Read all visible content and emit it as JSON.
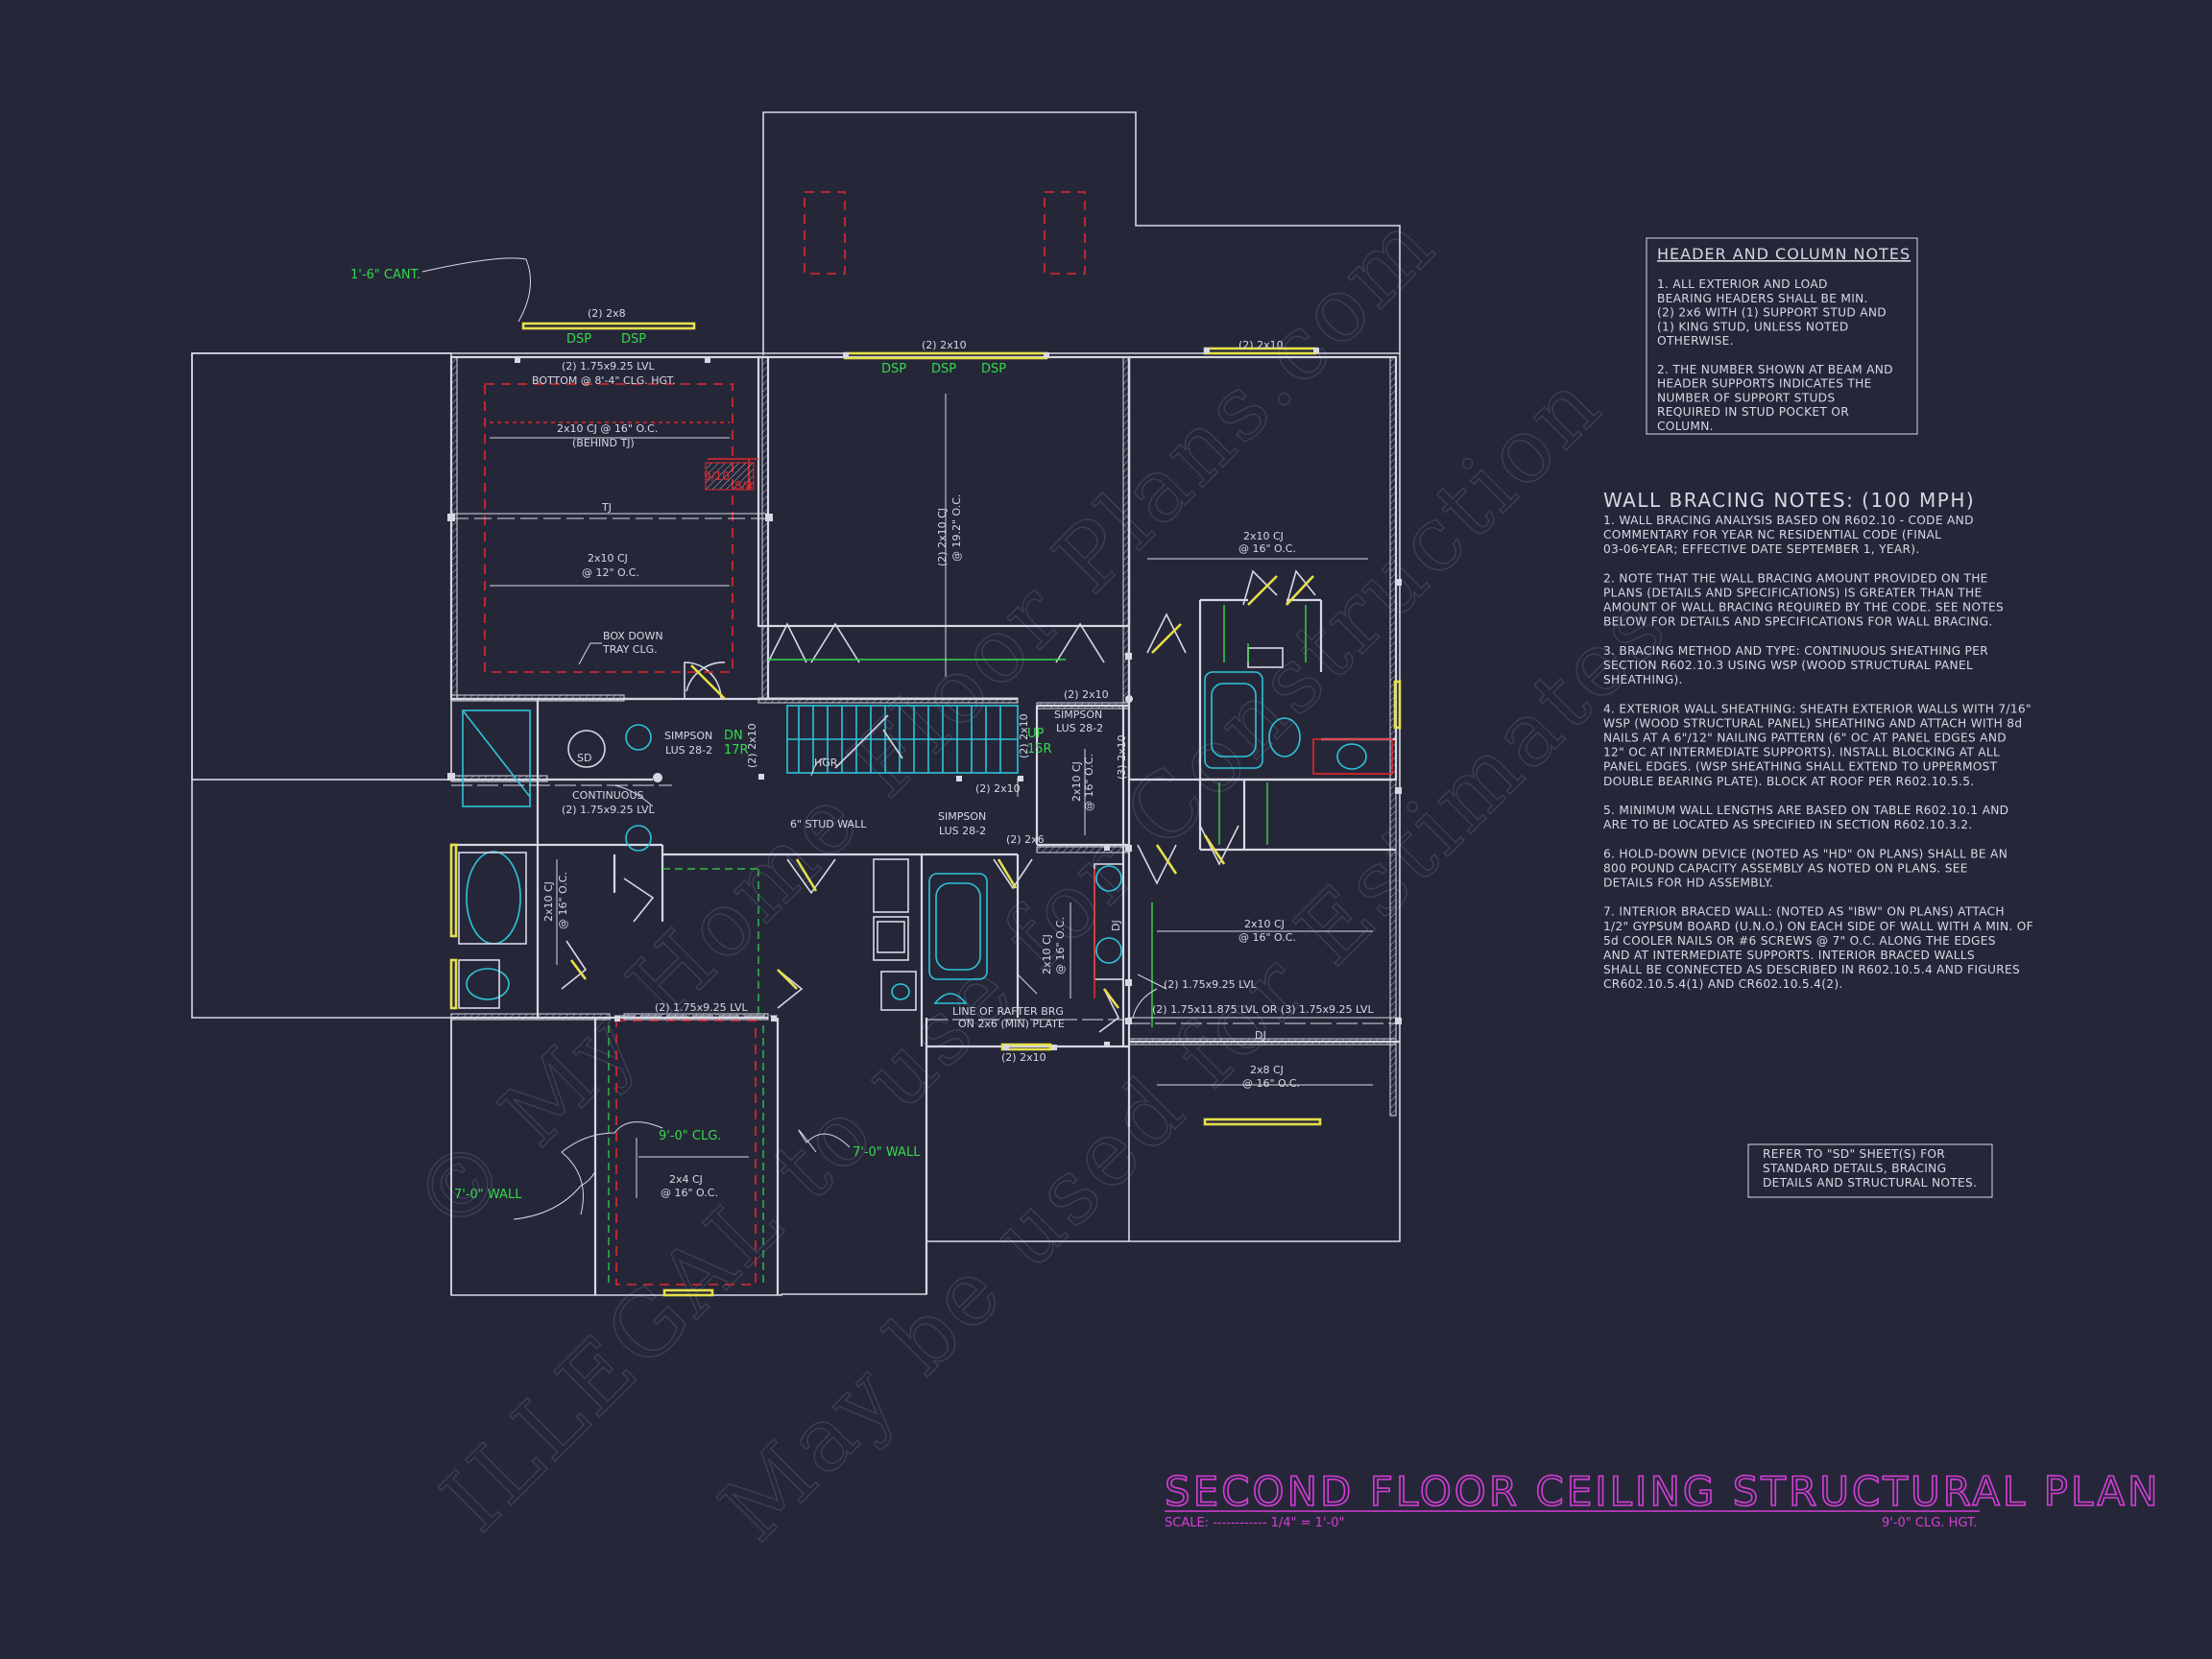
{
  "watermark": {
    "line1": "© My Home Floor Plans.com",
    "line2": "ILLEGAL to use for Construction",
    "line3": "May be used for Estimates"
  },
  "header_notes": {
    "title": "HEADER AND COLUMN NOTES",
    "lines": [
      "1. ALL EXTERIOR AND LOAD",
      "BEARING HEADERS SHALL BE MIN.",
      "(2) 2x6 WITH (1) SUPPORT STUD AND",
      "(1) KING STUD, UNLESS NOTED",
      "OTHERWISE.",
      "",
      "2. THE NUMBER SHOWN AT BEAM AND",
      "HEADER SUPPORTS INDICATES THE",
      "NUMBER OF SUPPORT STUDS",
      "REQUIRED IN STUD POCKET OR",
      "COLUMN."
    ]
  },
  "bracing_notes": {
    "title": "WALL BRACING NOTES: (100 MPH)",
    "lines": [
      "1. WALL BRACING ANALYSIS BASED ON R602.10 - CODE AND",
      "COMMENTARY FOR YEAR NC RESIDENTIAL CODE (FINAL",
      "03-06-YEAR; EFFECTIVE DATE SEPTEMBER 1, YEAR).",
      "",
      "2. NOTE THAT THE WALL BRACING AMOUNT PROVIDED ON THE",
      "PLANS (DETAILS AND SPECIFICATIONS) IS GREATER THAN THE",
      "AMOUNT OF WALL BRACING REQUIRED BY THE CODE. SEE NOTES",
      "BELOW FOR DETAILS AND SPECIFICATIONS FOR WALL BRACING.",
      "",
      "3. BRACING METHOD AND TYPE: CONTINUOUS SHEATHING PER",
      "SECTION R602.10.3 USING WSP (WOOD STRUCTURAL PANEL",
      "SHEATHING).",
      "",
      "4. EXTERIOR WALL SHEATHING: SHEATH EXTERIOR WALLS WITH 7/16\"",
      "WSP (WOOD STRUCTURAL PANEL) SHEATHING AND ATTACH WITH 8d",
      "NAILS AT A 6\"/12\" NAILING PATTERN (6\" OC AT PANEL EDGES AND",
      "12\" OC AT INTERMEDIATE SUPPORTS). INSTALL BLOCKING AT ALL",
      "PANEL EDGES. (WSP SHEATHING SHALL EXTEND TO UPPERMOST",
      "DOUBLE BEARING PLATE). BLOCK AT ROOF PER R602.10.5.5.",
      "",
      "5. MINIMUM WALL LENGTHS ARE BASED ON TABLE R602.10.1 AND",
      "ARE TO BE LOCATED AS SPECIFIED IN SECTION R602.10.3.2.",
      "",
      "6. HOLD-DOWN DEVICE (NOTED AS \"HD\" ON PLANS) SHALL BE AN",
      "800 POUND CAPACITY ASSEMBLY AS NOTED ON PLANS. SEE",
      "DETAILS FOR HD ASSEMBLY.",
      "",
      "7. INTERIOR BRACED WALL: (NOTED AS \"IBW\" ON PLANS) ATTACH",
      "1/2\" GYPSUM BOARD (U.N.O.) ON EACH SIDE OF WALL WITH A MIN. OF",
      "5d COOLER NAILS OR #6 SCREWS @ 7\" O.C. ALONG THE EDGES",
      "AND AT INTERMEDIATE SUPPORTS.  INTERIOR BRACED WALLS",
      "SHALL BE CONNECTED AS DESCRIBED IN R602.10.5.4 AND FIGURES",
      "CR602.10.5.4(1) AND CR602.10.5.4(2)."
    ]
  },
  "refer_note": {
    "lines": [
      "REFER TO \"SD\" SHEET(S) FOR",
      "STANDARD DETAILS, BRACING",
      "DETAILS AND STRUCTURAL NOTES."
    ]
  },
  "title_block": {
    "title": "SECOND FLOOR CEILING STRUCTURAL PLAN",
    "scale": "SCALE: ------------ 1/4\" = 1'-0\"",
    "ceiling": "9'-0\" CLG. HGT."
  },
  "plan_labels": {
    "cant": "1'-6\" CANT.",
    "hdr_top_left": "(2) 2x8",
    "hdr_top_mid": "(2) 2x10",
    "hdr_top_right": "(2) 2x10",
    "dsp": "DSP",
    "lvl_top": "(2) 1.75x9.25 LVL",
    "bottom_clg": "BOTTOM @ 8'-4\" CLG. HGT.",
    "cj_behind": "2x10 CJ @ 16\" O.C.",
    "behind_tj": "(BEHIND TJ)",
    "tj": "TJ",
    "cj12": "2x10 CJ",
    "cj12b": "@ 12\" O.C.",
    "pitch_a": "9/10",
    "pitch_b": "8/4",
    "box_down": "BOX DOWN",
    "tray": "TRAY CLG.",
    "cj_192": "(2) 2x10 CJ",
    "cj_192b": "@ 19.2\" O.C.",
    "right_cj": "2x10 CJ",
    "right_cjb": "@ 16\" O.C.",
    "simpson": "SIMPSON",
    "lus": "LUS 28-2",
    "dn": "DN",
    "dn_r": "17R",
    "up": "UP",
    "up_r": "15R",
    "sd": "SD",
    "continuous": "CONTINUOUS",
    "lvl_cont": "(2) 1.75x9.25 LVL",
    "hgr": "HGR",
    "stud_wall": "6\" STUD WALL",
    "hdr_2x10": "(2) 2x10",
    "hdr_2x6": "(2) 2x6",
    "v_2x10": "(2) 2x10",
    "v_3_2x10": "(3) 2x10",
    "cj_left": "2x10 CJ",
    "cj_leftb": "@ 16\" O.C.",
    "cj_mid": "2x10 CJ",
    "cj_midb": "@ 16\" O.C.",
    "dj": "DJ",
    "lvl_mid": "(2) 1.75x9.25 LVL",
    "rafter": "LINE OF RAFTER BRG",
    "rafter2": "ON 2x6 (MIN) PLATE",
    "lvl_right": "(2) 1.75x9.25 LVL",
    "lvl_long": "(2) 1.75x11.875 LVL OR (3) 1.75x9.25 LVL",
    "cj_2x8": "2x8 CJ",
    "cj_2x8b": "@ 16\" O.C.",
    "wall_7_left": "7'-0\" WALL",
    "wall_7_right": "7'-0\" WALL",
    "clg_9": "9'-0\" CLG.",
    "cj_2x4": "2x4 CJ",
    "cj_2x4b": "@ 16\" O.C."
  }
}
